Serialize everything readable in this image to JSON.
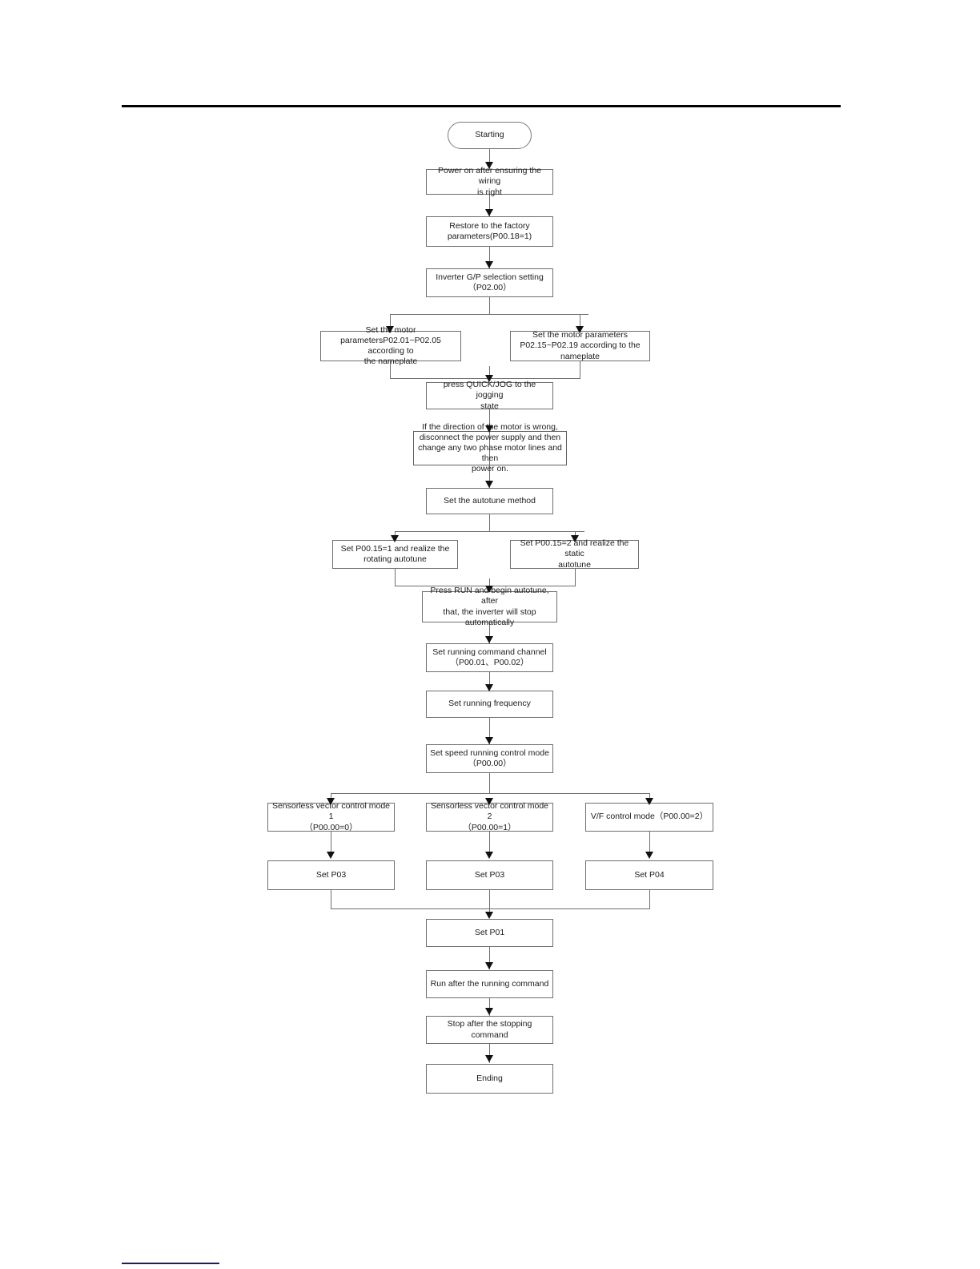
{
  "page": {
    "title": "Inverter commissioning flowchart",
    "header_rule_color": "#000000",
    "footnote_rule_color": "#1a1a6e"
  },
  "flowchart": {
    "type": "flowchart",
    "orientation": "top-to-bottom",
    "nodes": [
      {
        "id": "start",
        "shape": "terminator",
        "label": "Starting"
      },
      {
        "id": "power-on",
        "shape": "process",
        "label": "Power on after ensuring the wiring\nis right"
      },
      {
        "id": "restore",
        "shape": "process",
        "label": "Restore to the factory\nparameters(P00.18=1)"
      },
      {
        "id": "gp-select",
        "shape": "process",
        "label": "Inverter G/P selection setting\n（P02.00）"
      },
      {
        "id": "motor-params-left",
        "shape": "process",
        "label": "Set the motor\nparametersP02.01~P02.05 according to\nthe nameplate"
      },
      {
        "id": "motor-params-right",
        "shape": "process",
        "label": "Set the motor parameters\nP02.15~P02.19 according to the\nnameplate"
      },
      {
        "id": "quick-jog",
        "shape": "process",
        "label": "press QUICK/JOG to the jogging\nstate"
      },
      {
        "id": "direction-note",
        "shape": "note",
        "label": "If the direction of the motor is wrong,\ndisconnect the power supply and then\nchange any two phase motor lines and then\npower on."
      },
      {
        "id": "autotune-method",
        "shape": "process",
        "label": "Set the autotune method"
      },
      {
        "id": "autotune-rotating",
        "shape": "process",
        "label": "Set P00.15=1 and realize the\nrotating autotune"
      },
      {
        "id": "autotune-static",
        "shape": "process",
        "label": "Set P00.15=2 and realize the static\nautotune"
      },
      {
        "id": "press-run",
        "shape": "process",
        "label": "Press RUN and begin autotune, after\nthat, the inverter will stop\nautomatically"
      },
      {
        "id": "command-channel",
        "shape": "process",
        "label": "Set running command channel\n（P00.01、P00.02）"
      },
      {
        "id": "running-freq",
        "shape": "process",
        "label": "Set running frequency"
      },
      {
        "id": "speed-mode",
        "shape": "process",
        "label": "Set speed running control mode\n（P00.00）"
      },
      {
        "id": "svc-mode-1",
        "shape": "process",
        "label": "Sensorless vector control mode 1\n（P00.00=0）"
      },
      {
        "id": "svc-mode-2",
        "shape": "process",
        "label": "Sensorless vector control mode 2\n（P00.00=1）"
      },
      {
        "id": "vf-mode",
        "shape": "process",
        "label": "V/F control mode（P00.00=2）"
      },
      {
        "id": "set-p03-left",
        "shape": "process",
        "label": "Set P03"
      },
      {
        "id": "set-p03-mid",
        "shape": "process",
        "label": "Set P03"
      },
      {
        "id": "set-p04",
        "shape": "process",
        "label": "Set P04"
      },
      {
        "id": "set-p01",
        "shape": "process",
        "label": "Set P01"
      },
      {
        "id": "run-cmd",
        "shape": "process",
        "label": "Run after the running command"
      },
      {
        "id": "stop-cmd",
        "shape": "process",
        "label": "Stop after the stopping command"
      },
      {
        "id": "end",
        "shape": "process",
        "label": "Ending"
      }
    ],
    "edges": [
      {
        "from": "start",
        "to": "power-on"
      },
      {
        "from": "power-on",
        "to": "restore"
      },
      {
        "from": "restore",
        "to": "gp-select"
      },
      {
        "from": "gp-select",
        "to": "motor-params-left"
      },
      {
        "from": "gp-select",
        "to": "motor-params-right"
      },
      {
        "from": "motor-params-left",
        "to": "quick-jog"
      },
      {
        "from": "motor-params-right",
        "to": "quick-jog"
      },
      {
        "from": "quick-jog",
        "to": "direction-note"
      },
      {
        "from": "direction-note",
        "to": "autotune-method"
      },
      {
        "from": "autotune-method",
        "to": "autotune-rotating"
      },
      {
        "from": "autotune-method",
        "to": "autotune-static"
      },
      {
        "from": "autotune-rotating",
        "to": "press-run"
      },
      {
        "from": "autotune-static",
        "to": "press-run"
      },
      {
        "from": "press-run",
        "to": "command-channel"
      },
      {
        "from": "command-channel",
        "to": "running-freq"
      },
      {
        "from": "running-freq",
        "to": "speed-mode"
      },
      {
        "from": "speed-mode",
        "to": "svc-mode-1"
      },
      {
        "from": "speed-mode",
        "to": "svc-mode-2"
      },
      {
        "from": "speed-mode",
        "to": "vf-mode"
      },
      {
        "from": "svc-mode-1",
        "to": "set-p03-left"
      },
      {
        "from": "svc-mode-2",
        "to": "set-p03-mid"
      },
      {
        "from": "vf-mode",
        "to": "set-p04"
      },
      {
        "from": "set-p03-left",
        "to": "set-p01"
      },
      {
        "from": "set-p03-mid",
        "to": "set-p01"
      },
      {
        "from": "set-p04",
        "to": "set-p01"
      },
      {
        "from": "set-p01",
        "to": "run-cmd"
      },
      {
        "from": "run-cmd",
        "to": "stop-cmd"
      },
      {
        "from": "stop-cmd",
        "to": "end"
      }
    ]
  }
}
